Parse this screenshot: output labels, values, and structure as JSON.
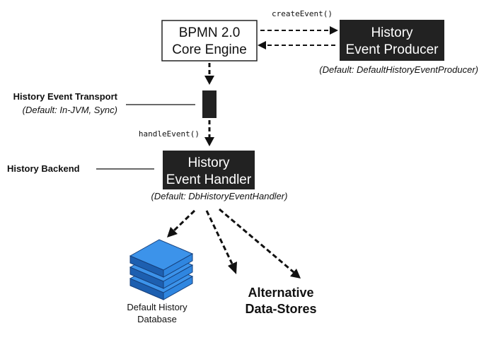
{
  "engine": {
    "line1": "BPMN 2.0",
    "line2": "Core Engine"
  },
  "producer": {
    "line1": "History",
    "line2": "Event Producer",
    "default": "(Default: DefaultHistoryEventProducer)"
  },
  "calls": {
    "create_event": "createEvent()",
    "handle_event": "handleEvent()"
  },
  "transport": {
    "label": "History Event Transport",
    "default": "(Default: In-JVM, Sync)"
  },
  "backend": {
    "label": "History Backend"
  },
  "handler": {
    "line1": "History",
    "line2": "Event Handler",
    "default": "(Default: DbHistoryEventHandler)"
  },
  "database": {
    "line1": "Default History",
    "line2": "Database"
  },
  "alternative": {
    "line1": "Alternative",
    "line2": "Data-Stores"
  },
  "colors": {
    "dark_box": "#222222",
    "db_blue": "#2e7fd6",
    "db_edge": "#163f7a"
  }
}
